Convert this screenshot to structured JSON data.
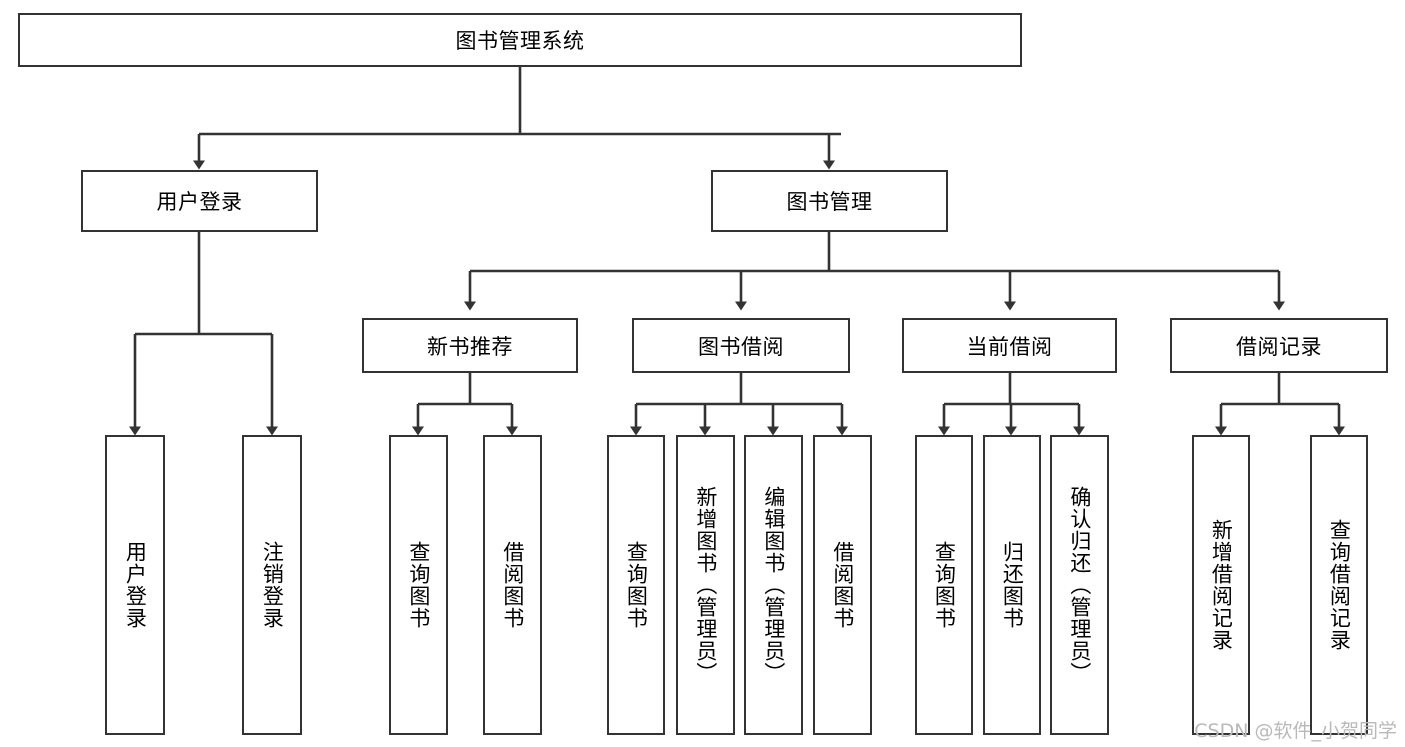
{
  "diagram": {
    "type": "tree-hierarchy",
    "title": "图书管理系统",
    "watermark": "CSDN @软件_小贺同学",
    "colors": {
      "box_border": "#333333",
      "box_fill": "#ffffff",
      "edge": "#333333",
      "text": "#000000",
      "watermark": "#b9b9b9",
      "background": "#ffffff"
    },
    "nodes": {
      "root": {
        "label": "图书管理系统",
        "level": 0,
        "orientation": "horizontal"
      },
      "l1": [
        {
          "id": "user-login",
          "label": "用户登录",
          "orientation": "horizontal"
        },
        {
          "id": "book-manage",
          "label": "图书管理",
          "orientation": "horizontal"
        }
      ],
      "l2": [
        {
          "id": "new-book-recommend",
          "label": "新书推荐",
          "parent": "book-manage",
          "orientation": "horizontal"
        },
        {
          "id": "book-borrow",
          "label": "图书借阅",
          "parent": "book-manage",
          "orientation": "horizontal"
        },
        {
          "id": "current-borrow",
          "label": "当前借阅",
          "parent": "book-manage",
          "orientation": "horizontal"
        },
        {
          "id": "borrow-record",
          "label": "借阅记录",
          "parent": "book-manage",
          "orientation": "horizontal"
        }
      ],
      "leaves": [
        {
          "id": "leaf-user-login",
          "label": "用户登录",
          "parent": "user-login",
          "orientation": "vertical"
        },
        {
          "id": "leaf-logout-login",
          "label": "注销登录",
          "parent": "user-login",
          "orientation": "vertical"
        },
        {
          "id": "leaf-query-book-1",
          "label": "查询图书",
          "parent": "new-book-recommend",
          "orientation": "vertical"
        },
        {
          "id": "leaf-borrow-book-1",
          "label": "借阅图书",
          "parent": "new-book-recommend",
          "orientation": "vertical"
        },
        {
          "id": "leaf-query-book-2",
          "label": "查询图书",
          "parent": "book-borrow",
          "orientation": "vertical"
        },
        {
          "id": "leaf-add-book",
          "label": "新增图书（管理员）",
          "parent": "book-borrow",
          "orientation": "vertical"
        },
        {
          "id": "leaf-edit-book",
          "label": "编辑图书（管理员）",
          "parent": "book-borrow",
          "orientation": "vertical"
        },
        {
          "id": "leaf-borrow-book-2",
          "label": "借阅图书",
          "parent": "book-borrow",
          "orientation": "vertical"
        },
        {
          "id": "leaf-query-book-3",
          "label": "查询图书",
          "parent": "current-borrow",
          "orientation": "vertical"
        },
        {
          "id": "leaf-return-book",
          "label": "归还图书",
          "parent": "current-borrow",
          "orientation": "vertical"
        },
        {
          "id": "leaf-confirm-return",
          "label": "确认归还（管理员）",
          "parent": "current-borrow",
          "orientation": "vertical"
        },
        {
          "id": "leaf-add-record",
          "label": "新增借阅记录",
          "parent": "borrow-record",
          "orientation": "vertical"
        },
        {
          "id": "leaf-query-record",
          "label": "查询借阅记录",
          "parent": "borrow-record",
          "orientation": "vertical"
        }
      ]
    }
  }
}
